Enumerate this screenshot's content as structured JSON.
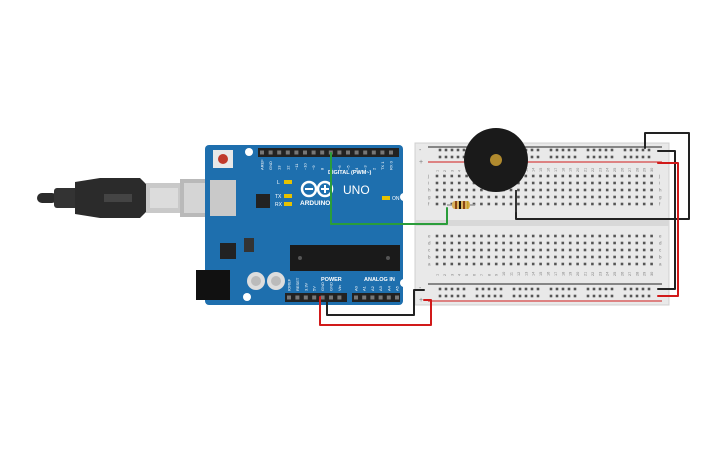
{
  "board": {
    "brand": "ARDUINO",
    "model": "UNO",
    "digital_label": "DIGITAL (PWM~)",
    "power_label": "POWER",
    "analog_label": "ANALOG IN",
    "led_l": "L",
    "led_tx": "TX",
    "led_rx": "RX",
    "on_label": "ON",
    "aref": "AREF",
    "gnd": "GND",
    "digital_pins": [
      "13",
      "12",
      "~11",
      "~10",
      "~9",
      "8",
      "7",
      "~6",
      "~5",
      "4",
      "~3",
      "2",
      "TX 1",
      "RX 0"
    ],
    "power_pins": [
      "IOREF",
      "RESET",
      "3.3V",
      "5V",
      "GND",
      "GND",
      "Vin"
    ],
    "analog_pins": [
      "A0",
      "A1",
      "A2",
      "A3",
      "A4",
      "A5"
    ]
  },
  "breadboard": {
    "rows_top": [
      "j",
      "i",
      "h",
      "g",
      "f"
    ],
    "rows_bottom": [
      "e",
      "d",
      "c",
      "b",
      "a"
    ],
    "columns": [
      "1",
      "2",
      "3",
      "4",
      "5",
      "6",
      "7",
      "8",
      "9",
      "10",
      "11",
      "12",
      "13",
      "14",
      "15",
      "16",
      "17",
      "18",
      "19",
      "20",
      "21",
      "22",
      "23",
      "24",
      "25",
      "26",
      "27",
      "28",
      "29",
      "30"
    ],
    "rail_minus": "-",
    "rail_plus": "+"
  },
  "colors": {
    "board": "#1e6fae",
    "board_dark": "#155a92",
    "breadboard": "#e9e9e9",
    "wire_red": "#d11a1a",
    "wire_black": "#222222",
    "wire_green": "#2a9d3a",
    "buzzer": "#1a1a1a",
    "buzzer_center": "#b08a2e",
    "cable": "#2b2b2b",
    "usb_metal": "#c9c9c9"
  }
}
